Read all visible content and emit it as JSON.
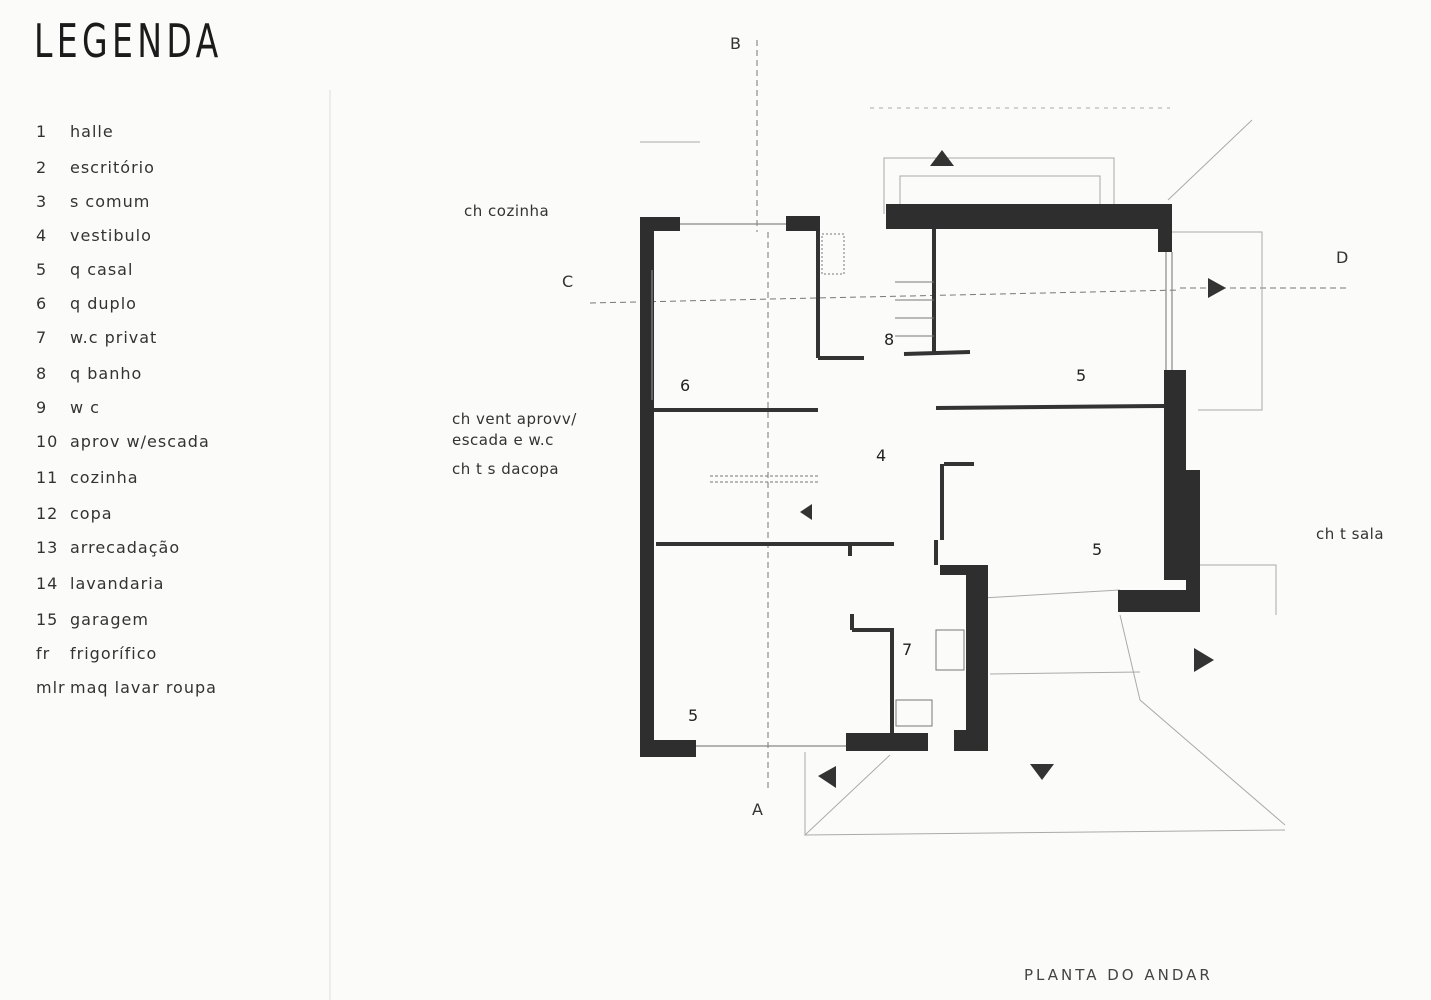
{
  "title": "LEGENDA",
  "legend": [
    {
      "num": "1",
      "label": "halle"
    },
    {
      "num": "2",
      "label": "escritório"
    },
    {
      "num": "3",
      "label": "s comum"
    },
    {
      "num": "4",
      "label": "vestibulo"
    },
    {
      "num": "5",
      "label": "q casal"
    },
    {
      "num": "6",
      "label": "q duplo"
    },
    {
      "num": "7",
      "label": "w.c privat"
    },
    {
      "num": "8",
      "label": "q banho"
    },
    {
      "num": "9",
      "label": "w c"
    },
    {
      "num": "10",
      "label": "aprov w/escada"
    },
    {
      "num": "11",
      "label": "cozinha"
    },
    {
      "num": "12",
      "label": "copa"
    },
    {
      "num": "13",
      "label": "arrecadação"
    },
    {
      "num": "14",
      "label": "lavandaria"
    },
    {
      "num": "15",
      "label": "garagem"
    },
    {
      "num": "fr",
      "label": "frigorífico"
    },
    {
      "num": "mlr",
      "label": "maq lavar roupa"
    }
  ],
  "notes": {
    "ch_cozinha": "ch cozinha",
    "ch_vent_1": "ch vent aprovv/",
    "ch_vent_2": "escada e w.c",
    "ch_copa": "ch t s dacopa",
    "ch_sala": "ch t sala"
  },
  "section_labels": {
    "a": "A",
    "b": "B",
    "c": "C",
    "d": "D"
  },
  "rooms": {
    "r6": "6",
    "r8": "8",
    "r5_top": "5",
    "r4": "4",
    "r5_mid": "5",
    "r7": "7",
    "r5_bot": "5"
  },
  "caption": "PLANTA DO ANDAR"
}
